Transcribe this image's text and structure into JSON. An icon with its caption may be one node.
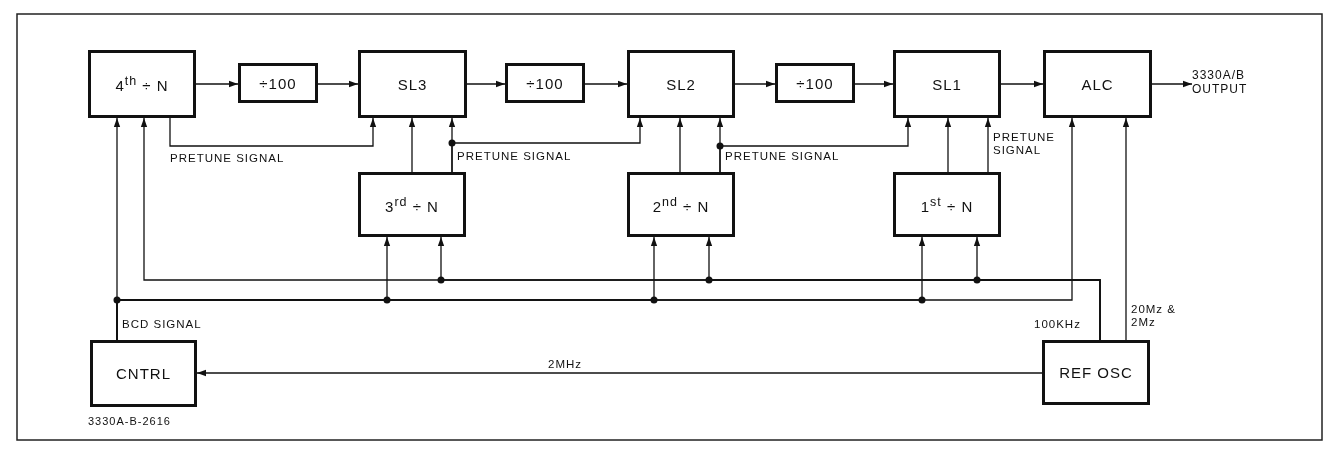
{
  "diagram": {
    "nodes": [
      {
        "text": [
          "4$^{th}$ ÷ N"
        ]
      },
      {
        "text": [
          "÷100"
        ]
      },
      {
        "text": [
          "SL3"
        ]
      },
      {
        "text": [
          "÷100"
        ]
      },
      {
        "text": [
          "SL2"
        ]
      },
      {
        "text": [
          "÷100"
        ]
      },
      {
        "text": [
          "SL1"
        ]
      },
      {
        "text": [
          "ALC"
        ]
      },
      {
        "text": [
          "3330A/B OUTPUT"
        ]
      },
      {
        "text": [
          "3$^{rd}$ ÷ N"
        ]
      },
      {
        "text": [
          "2$^{nd}$ ÷ N"
        ]
      },
      {
        "text": [
          "1$^{st}$ ÷ N"
        ]
      },
      {
        "text": [
          "CNTRL"
        ]
      },
      {
        "text": [
          "REF OSC"
        ]
      }
    ],
    "edges": [
      {
        "from": 0,
        "to": 1,
        "arrow": "to"
      },
      {
        "from": 1,
        "to": 2,
        "arrow": "to"
      },
      {
        "from": 2,
        "to": 3,
        "arrow": "to"
      },
      {
        "from": 3,
        "to": 4,
        "arrow": "to"
      },
      {
        "from": 4,
        "to": 5,
        "arrow": "to"
      },
      {
        "from": 5,
        "to": 6,
        "arrow": "to"
      },
      {
        "from": 6,
        "to": 7,
        "arrow": "to"
      },
      {
        "from": 7,
        "to": 8,
        "arrow": "to"
      },
      {
        "from": 0,
        "to": 2,
        "arrow": "to",
        "label": "PRETUNE SIGNAL"
      },
      {
        "from": 9,
        "to": 2,
        "arrow": "to"
      },
      {
        "from": 9,
        "to": 2,
        "arrow": "to"
      },
      {
        "from": 9,
        "to": 4,
        "arrow": "to",
        "label": "PRETUNE SIGNAL"
      },
      {
        "from": 10,
        "to": 4,
        "arrow": "to"
      },
      {
        "from": 10,
        "to": 4,
        "arrow": "to"
      },
      {
        "from": 10,
        "to": 6,
        "arrow": "to",
        "label": "PRETUNE SIGNAL"
      },
      {
        "from": 11,
        "to": 6,
        "arrow": "to"
      },
      {
        "from": 11,
        "to": 6,
        "arrow": "to",
        "label": "PRETUNE SIGNAL"
      },
      {
        "from": 12,
        "to": 0,
        "arrow": "to",
        "label": "BCD SIGNAL"
      },
      {
        "from": 12,
        "to": 9,
        "arrow": "to"
      },
      {
        "from": 12,
        "to": 10,
        "arrow": "to"
      },
      {
        "from": 12,
        "to": 11,
        "arrow": "to"
      },
      {
        "from": 12,
        "to": 7,
        "arrow": "to"
      },
      {
        "from": 13,
        "to": 0,
        "arrow": "to",
        "label": "100KHz"
      },
      {
        "from": 13,
        "to": 9,
        "arrow": "to"
      },
      {
        "from": 13,
        "to": 10,
        "arrow": "to"
      },
      {
        "from": 13,
        "to": 11,
        "arrow": "to"
      },
      {
        "from": 13,
        "to": 7,
        "arrow": "to",
        "label": "20Mz & 2Mz"
      },
      {
        "from": 13,
        "to": 12,
        "arrow": "to",
        "label": "2MHz"
      }
    ],
    "labels": [
      "3330A-B-2616"
    ]
  }
}
